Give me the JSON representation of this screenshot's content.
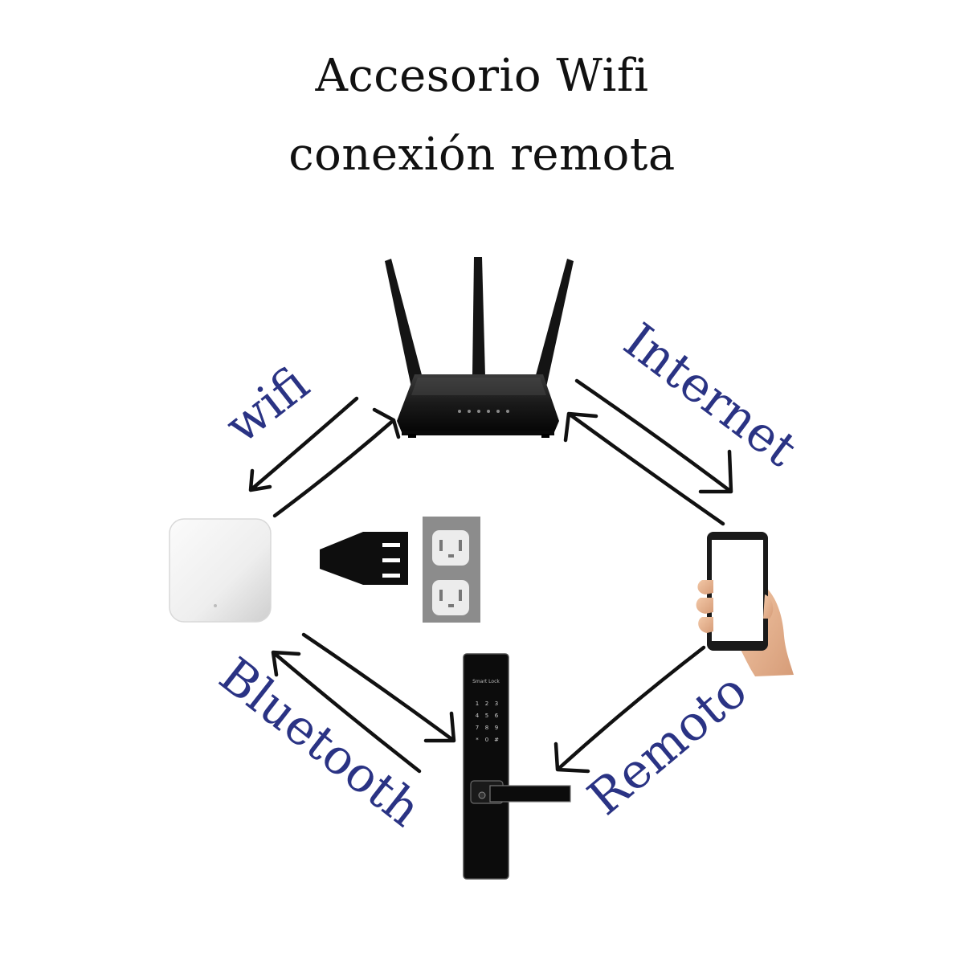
{
  "title": {
    "line1": "Accesorio Wifi",
    "line2": "conexión remota"
  },
  "labels": {
    "wifi": "wifi",
    "internet": "Internet",
    "bluetooth": "Bluetooth",
    "remoto": "Remoto"
  },
  "devices": {
    "router": "wifi-router-icon",
    "gateway": "wifi-gateway-icon",
    "plug": "power-plug-icon",
    "outlet": "wall-outlet-icon",
    "phone": "smartphone-in-hand-icon",
    "lock": "smart-door-lock-icon"
  },
  "lock_screen_text": "Smart Lock",
  "keypad_keys": [
    "1",
    "2",
    "3",
    "4",
    "5",
    "6",
    "7",
    "8",
    "9",
    "*",
    "0",
    "#"
  ],
  "colors": {
    "label": "#2a3384",
    "arrow": "#111111",
    "outlet_plate": "#8c8c8c"
  }
}
